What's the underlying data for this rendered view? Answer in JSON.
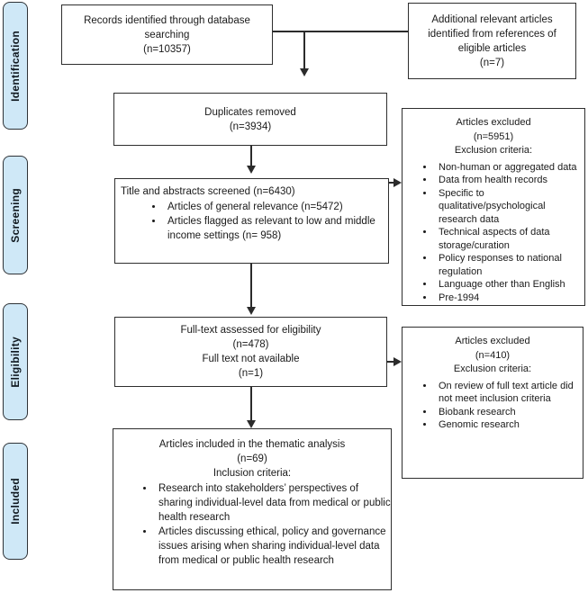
{
  "diagram": {
    "stages": [
      {
        "label": "Identification"
      },
      {
        "label": "Screening"
      },
      {
        "label": "Eligibility"
      },
      {
        "label": "Included"
      }
    ],
    "boxes": {
      "records": {
        "text": "Records identified through database\nsearching\n(n=10357)"
      },
      "additional": {
        "text": "Additional relevant articles\nidentified from references of\neligible articles\n(n=7)"
      },
      "duplicates": {
        "text": "Duplicates removed\n(n=3934)"
      },
      "screened": {
        "title": "Title and abstracts screened (n=6430)",
        "bullets": [
          "Articles of general relevance (n=5472)",
          "Articles flagged as relevant to low and middle income settings (n= 958)"
        ]
      },
      "excluded1": {
        "heading": "Articles excluded\n(n=5951)\nExclusion criteria:",
        "bullets": [
          "Non-human or aggregated data",
          "Data from health records",
          "Specific to qualitative/psychological research data",
          "Technical aspects of data storage/curation",
          "Policy responses to national regulation",
          "Language other than English",
          "Pre-1994"
        ]
      },
      "fulltext": {
        "text": "Full-text assessed for eligibility\n(n=478)\nFull text not available\n(n=1)"
      },
      "excluded2": {
        "heading": "Articles excluded\n(n=410)\nExclusion criteria:",
        "bullets": [
          "On review of full text article did not meet inclusion criteria",
          "Biobank research",
          "Genomic research"
        ]
      },
      "included": {
        "heading": "Articles included in the thematic analysis\n(n=69)\nInclusion criteria:",
        "bullets": [
          "Research into stakeholders’ perspectives of sharing individual-level data from medical or public health research",
          "Articles discussing ethical, policy and governance issues arising when sharing individual-level data from medical or public health research"
        ]
      }
    },
    "colors": {
      "stage_fill": "#cfe8f7",
      "stage_border": "#2f3337",
      "box_border": "#2e2e2e",
      "line": "#2b2b2b",
      "text": "#1a1a1a"
    }
  }
}
